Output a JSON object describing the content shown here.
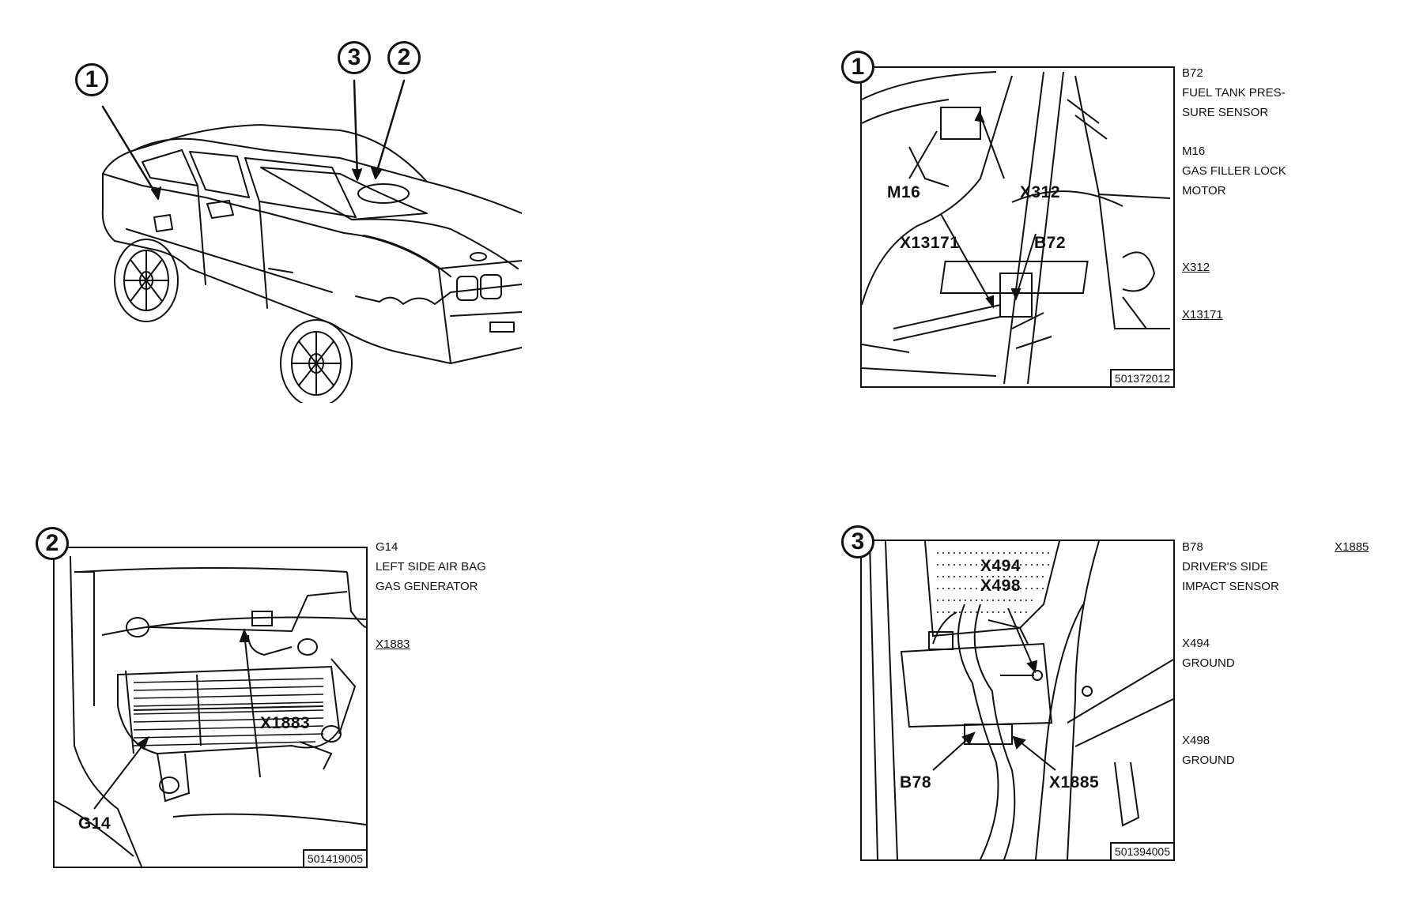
{
  "car": {
    "markers": [
      "1",
      "3",
      "2"
    ]
  },
  "panel1": {
    "marker": "1",
    "callouts": {
      "m16": "M16",
      "x312": "X312",
      "x13171": "X13171",
      "b72": "B72"
    },
    "figure_no": "501372012",
    "legend": [
      {
        "code": "B72",
        "desc_lines": [
          "FUEL TANK PRES-",
          "SURE SENSOR"
        ]
      },
      {
        "code": "M16",
        "desc_lines": [
          "GAS FILLER LOCK",
          "MOTOR"
        ]
      }
    ],
    "connectors": [
      "X312",
      "X13171"
    ]
  },
  "panel2": {
    "marker": "2",
    "callouts": {
      "x1883": "X1883",
      "g14": "G14"
    },
    "figure_no": "501419005",
    "legend": [
      {
        "code": "G14",
        "desc_lines": [
          "LEFT SIDE AIR BAG",
          "GAS GENERATOR"
        ]
      }
    ],
    "connectors": [
      "X1883"
    ]
  },
  "panel3": {
    "marker": "3",
    "callouts": {
      "x494": "X494",
      "x498": "X498",
      "b78": "B78",
      "x1885": "X1885"
    },
    "figure_no": "501394005",
    "legend": [
      {
        "code": "B78",
        "desc_lines": [
          "DRIVER'S SIDE",
          "IMPACT SENSOR"
        ]
      },
      {
        "code": "X494",
        "desc_lines": [
          "GROUND"
        ]
      },
      {
        "code": "X498",
        "desc_lines": [
          "GROUND"
        ]
      }
    ],
    "connectors": [
      "X1885"
    ]
  }
}
